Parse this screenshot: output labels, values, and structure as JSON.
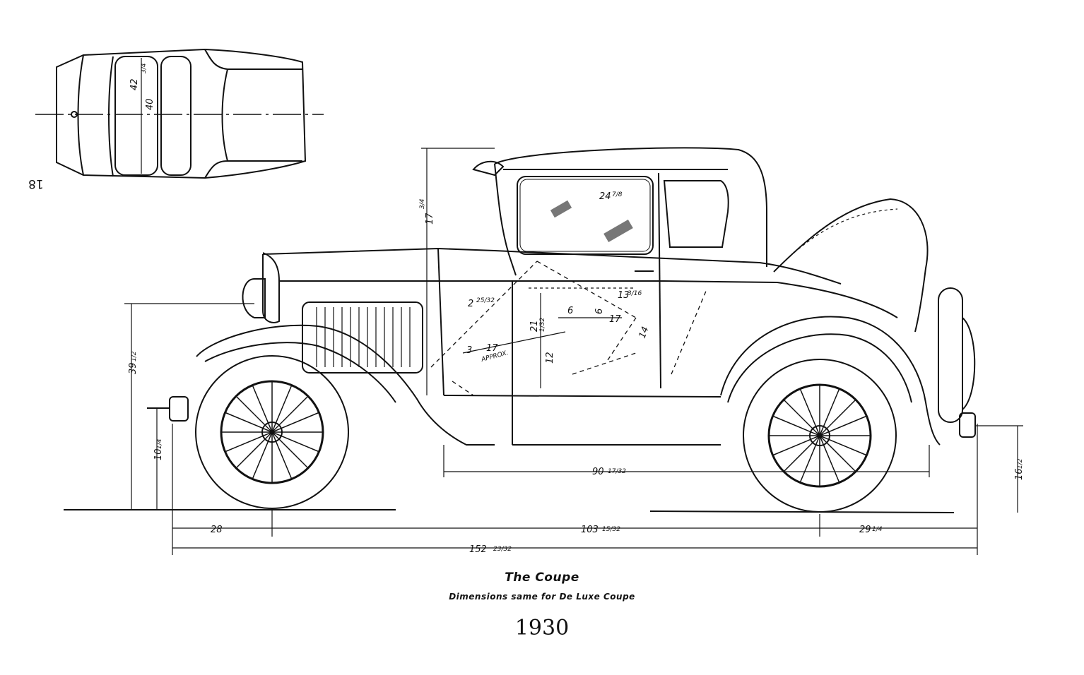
{
  "page_number": "18",
  "caption": {
    "title": "The Coupe",
    "subtitle": "Dimensions same for De Luxe Coupe",
    "year": "1930"
  },
  "dimensions": {
    "top_view_width": "42",
    "top_view_width_frac": "3/4",
    "top_view_inner": "40",
    "roof_height": "17",
    "roof_height_frac": "3/4",
    "windshield_width": "24",
    "windshield_width_frac": "7/8",
    "seat_depth": "2",
    "seat_depth_frac": "25/32",
    "door_a": "13",
    "door_a_frac": "3/16",
    "door_b": "17",
    "door_c": "6",
    "door_d": "6",
    "door_e": "21",
    "door_e_frac": "1/32",
    "door_f": "12",
    "door_g": "3",
    "door_h": "17",
    "door_h_note": "APPROX.",
    "door_i": "14",
    "body_height": "39",
    "body_height_frac": "1/2",
    "bumper_height": "10",
    "bumper_height_frac": "1/4",
    "rear_height": "16",
    "rear_height_frac": "1/2",
    "body_length": "90",
    "body_length_frac": "17/32",
    "front_overhang": "28",
    "wheelbase": "103",
    "wheelbase_frac": "15/32",
    "rear_overhang": "29",
    "rear_overhang_frac": "1/4",
    "overall_length": "152",
    "overall_length_frac": "23/32"
  }
}
